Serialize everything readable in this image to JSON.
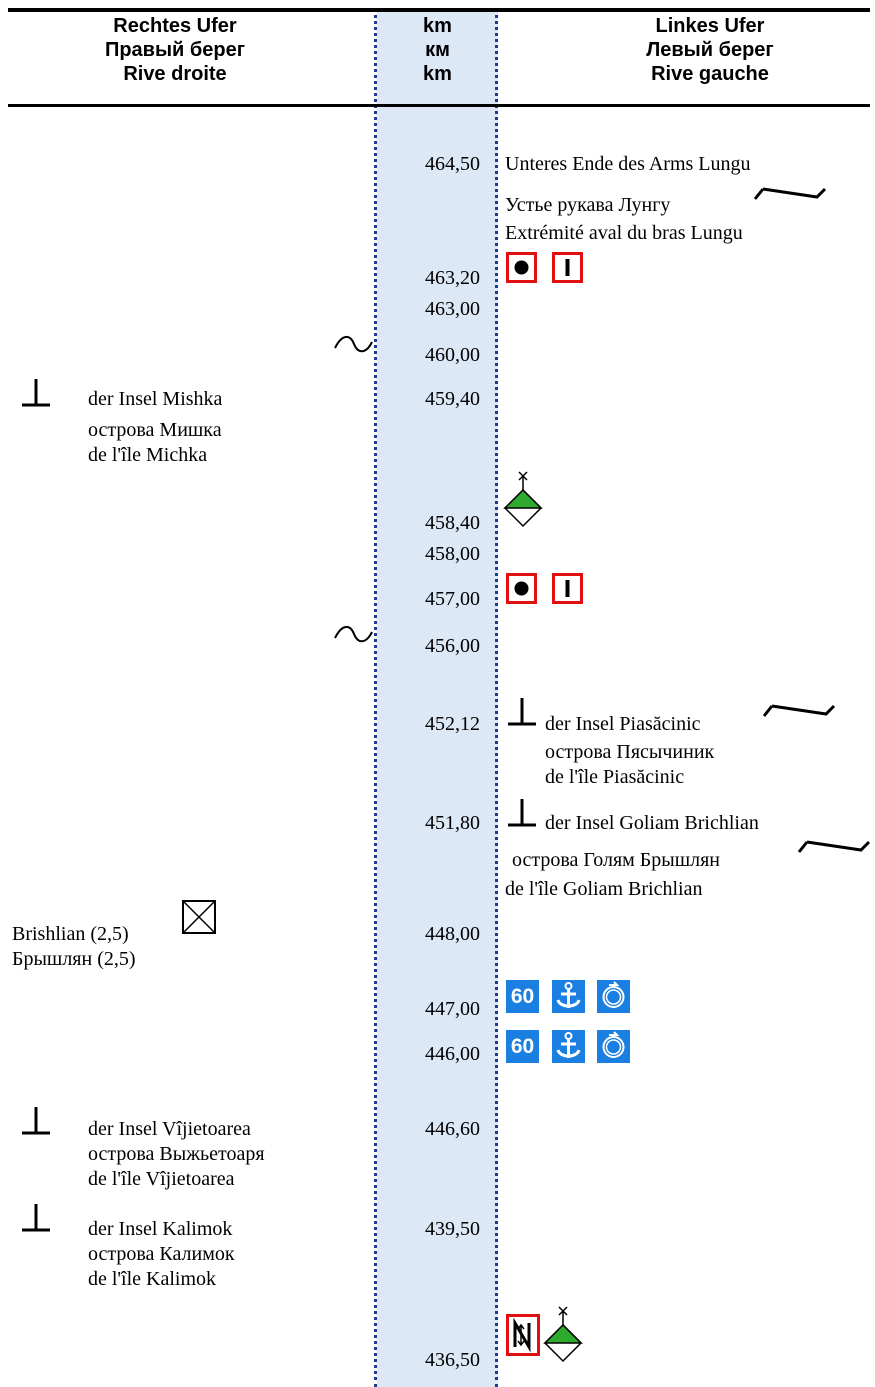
{
  "header": {
    "right_bank": [
      "Rechtes Ufer",
      "Правый берег",
      "Rive droite"
    ],
    "km": [
      "km",
      "км",
      "km"
    ],
    "left_bank": [
      "Linkes Ufer",
      "Левый берег",
      "Rive gauche"
    ]
  },
  "km_values": [
    "464,50",
    "463,20",
    "463,00",
    "460,00",
    "459,40",
    "458,40",
    "458,00",
    "457,00",
    "456,00",
    "452,12",
    "451,80",
    "448,00",
    "447,00",
    "446,00",
    "446,60",
    "439,50",
    "436,50"
  ],
  "left": {
    "lungu": [
      "Unteres Ende des Arms Lungu",
      "Устье рукава Лунгу",
      "Extrémité aval du bras Lungu"
    ],
    "piasacinic": [
      "der Insel Piasăcinic",
      "острова Пясычиник",
      "de l'île Piasăcinic"
    ],
    "goliam": [
      "der Insel Goliam Brichlian",
      "острова Голям Брышлян",
      "de l'île Goliam Brichlian"
    ],
    "speed_limit": "60"
  },
  "right": {
    "mishka": [
      "der Insel Mishka",
      "острова Мишка",
      "de l'île Michka"
    ],
    "brishlian": [
      "Brishlian (2,5)",
      "Брышлян (2,5)"
    ],
    "vijietoarea": [
      "der Insel Vîjietoarea",
      "острова Выжьетоаря",
      "de l'île Vîjietoarea"
    ],
    "kalimok": [
      "der Insel Kalimok",
      "острова Калимок",
      "de l'île Kalimok"
    ]
  },
  "colors": {
    "km_column": "#dde8f6",
    "dotted_line": "#1f3a93",
    "sign_red": "#e01010",
    "sign_blue": "#1a7fe0",
    "buoy_green": "#2eaa2e"
  },
  "icons": [
    "island-end-icon",
    "ferry-cable-icon",
    "red-dot-sign-icon",
    "red-bar-sign-icon",
    "cable-wave-icon",
    "green-buoy-icon",
    "bridge-box-icon",
    "speed-limit-icon",
    "anchor-icon",
    "turning-area-icon",
    "no-passing-icon"
  ]
}
